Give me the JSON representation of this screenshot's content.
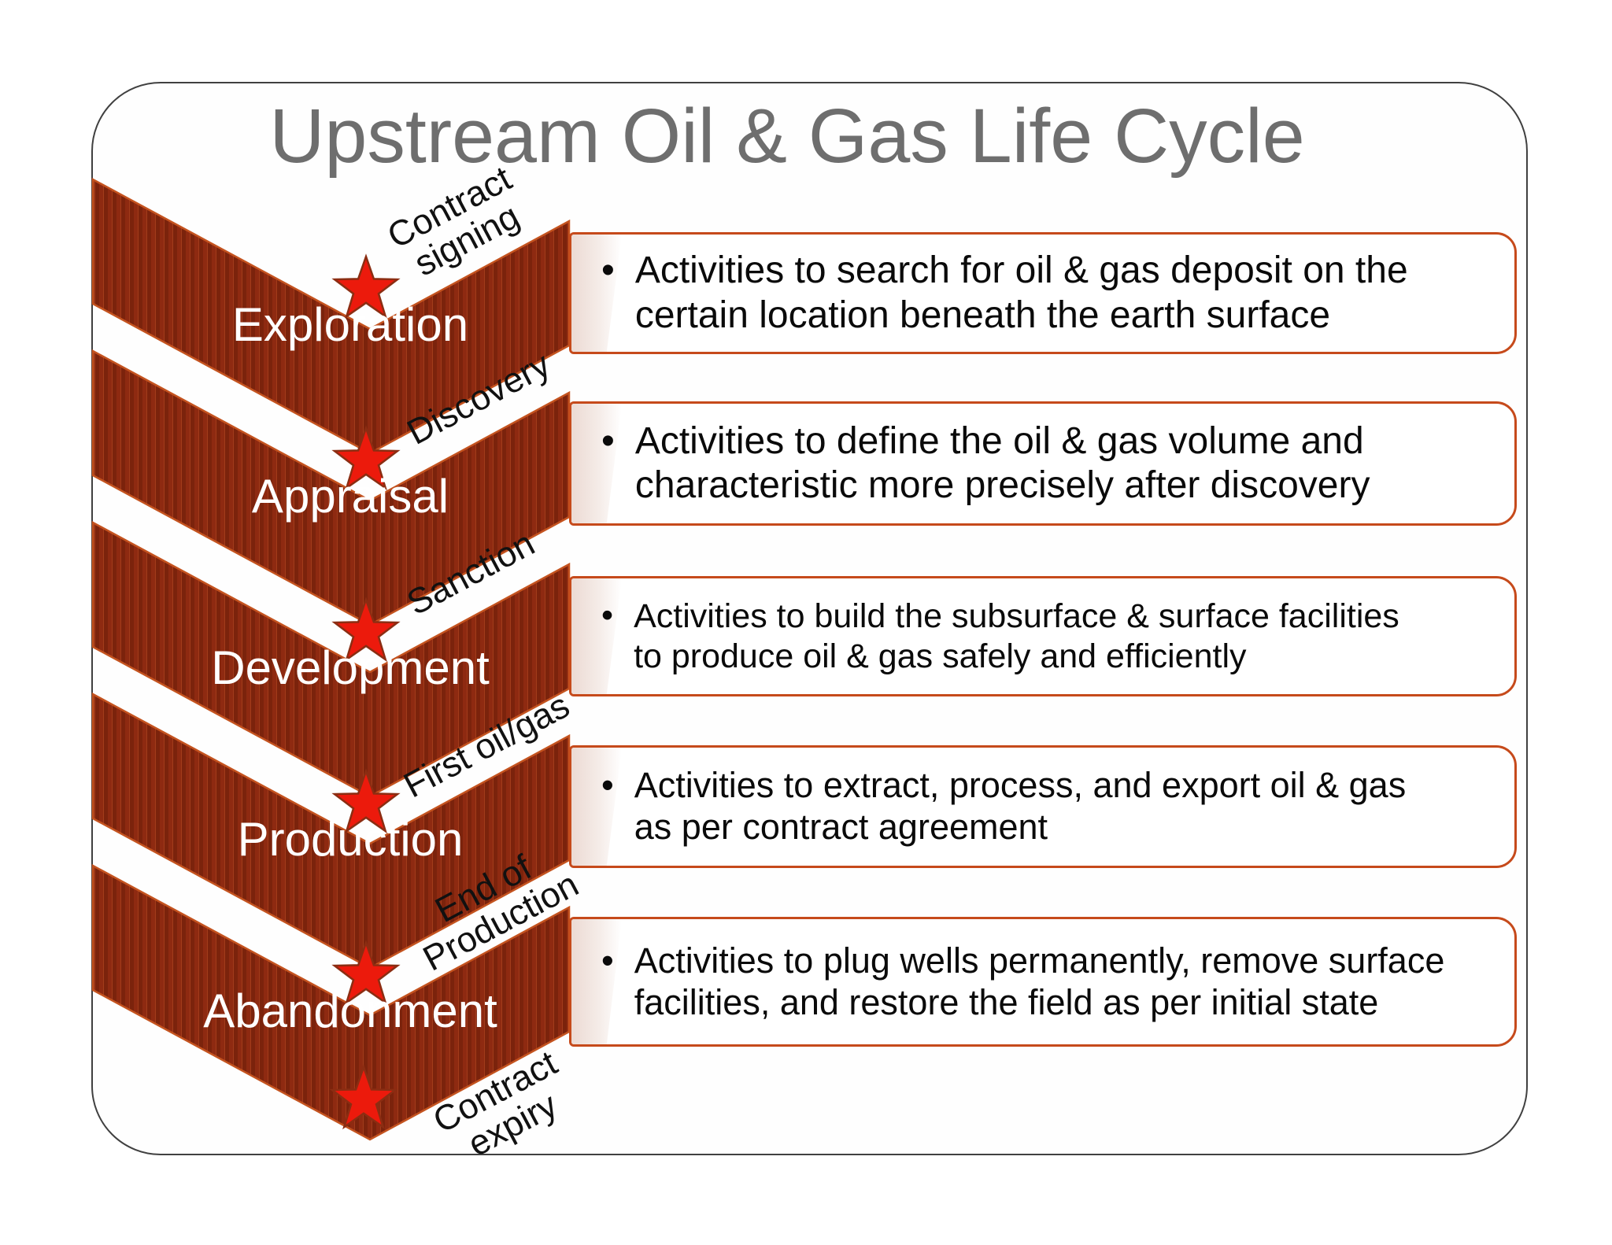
{
  "title": "Upstream Oil & Gas Life Cycle",
  "stages": [
    {
      "name": "Exploration",
      "description": "Activities to search for oil & gas deposit on the\ncertain location beneath the earth surface"
    },
    {
      "name": "Appraisal",
      "description": "Activities to define the oil & gas volume and\ncharacteristic more precisely after discovery"
    },
    {
      "name": "Development",
      "description": "Activities to build the subsurface & surface facilities\nto produce oil & gas safely and efficiently"
    },
    {
      "name": "Production",
      "description": "Activities to extract, process, and export oil & gas\nas per contract agreement"
    },
    {
      "name": "Abandonment",
      "description": "Activities to plug wells permanently, remove surface\nfacilities, and restore the field as per initial state"
    }
  ],
  "milestones": [
    {
      "label": "Contract\nsigning"
    },
    {
      "label": "Discovery"
    },
    {
      "label": "Sanction"
    },
    {
      "label": "First oil/gas"
    },
    {
      "label": "End of\nProduction"
    },
    {
      "label": "Contract\nexpiry"
    }
  ],
  "bullet_char": "•",
  "colors": {
    "chevron_fill": "#8e2a11",
    "chevron_stripe": "#7b230c",
    "chevron_border": "#c4531f",
    "star_fill": "#ec1a0c",
    "star_border": "#8b2d12",
    "box_border": "#c64a1b",
    "title_gray": "#6e6e6e",
    "page_border": "#404040"
  }
}
